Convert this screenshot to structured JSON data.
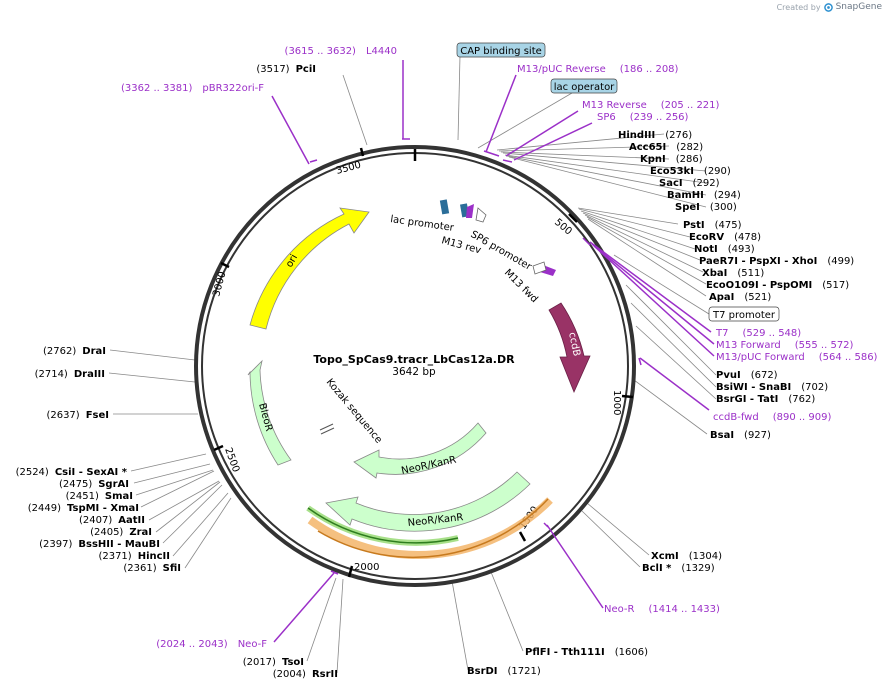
{
  "credit": {
    "prefix": "Created by",
    "brand": "SnapGene"
  },
  "plasmid": {
    "name": "Topo_SpCas9.tracr_LbCas12a.DR",
    "size": "3642 bp"
  },
  "ticks": [
    "500",
    "1000",
    "1500",
    "2000",
    "2500",
    "3000",
    "3500"
  ],
  "sites": [
    {
      "name": "PciI",
      "pos": "(3517)"
    },
    {
      "name": "HindIII",
      "pos": "(276)"
    },
    {
      "name": "Acc65I",
      "pos": "(282)"
    },
    {
      "name": "KpnI",
      "pos": "(286)"
    },
    {
      "name": "Eco53kI",
      "pos": "(290)"
    },
    {
      "name": "SacI",
      "pos": "(292)"
    },
    {
      "name": "BamHI",
      "pos": "(294)"
    },
    {
      "name": "SpeI",
      "pos": "(300)"
    },
    {
      "name": "PstI",
      "pos": "(475)"
    },
    {
      "name": "EcoRV",
      "pos": "(478)"
    },
    {
      "name": "NotI",
      "pos": "(493)"
    },
    {
      "name": "PaeR7I - PspXI - XhoI",
      "pos": "(499)"
    },
    {
      "name": "XbaI",
      "pos": "(511)"
    },
    {
      "name": "EcoO109I - PspOMI",
      "pos": "(517)"
    },
    {
      "name": "ApaI",
      "pos": "(521)"
    },
    {
      "name": "PvuI",
      "pos": "(672)"
    },
    {
      "name": "BsiWI - SnaBI",
      "pos": "(702)"
    },
    {
      "name": "BsrGI - TatI",
      "pos": "(762)"
    },
    {
      "name": "BsaI",
      "pos": "(927)"
    },
    {
      "name": "XcmI",
      "pos": "(1304)"
    },
    {
      "name": "BclI *",
      "pos": "(1329)"
    },
    {
      "name": "PflFI - Tth111I",
      "pos": "(1606)"
    },
    {
      "name": "BsrDI",
      "pos": "(1721)"
    },
    {
      "name": "RsrII",
      "pos": "(2004)"
    },
    {
      "name": "TsoI",
      "pos": "(2017)"
    },
    {
      "name": "SfiI",
      "pos": "(2361)"
    },
    {
      "name": "HincII",
      "pos": "(2371)"
    },
    {
      "name": "BssHII - MauBI",
      "pos": "(2397)"
    },
    {
      "name": "ZraI",
      "pos": "(2405)"
    },
    {
      "name": "AatII",
      "pos": "(2407)"
    },
    {
      "name": "TspMI - XmaI",
      "pos": "(2449)"
    },
    {
      "name": "SmaI",
      "pos": "(2451)"
    },
    {
      "name": "SgrAI",
      "pos": "(2475)"
    },
    {
      "name": "CsiI - SexAI *",
      "pos": "(2524)"
    },
    {
      "name": "FseI",
      "pos": "(2637)"
    },
    {
      "name": "DraIII",
      "pos": "(2714)"
    },
    {
      "name": "DraI",
      "pos": "(2762)"
    }
  ],
  "primers": [
    {
      "name": "L4440",
      "range": "(3615 .. 3632)"
    },
    {
      "name": "pBR322ori-F",
      "range": "(3362 .. 3381)"
    },
    {
      "name": "M13/pUC Reverse",
      "range": "(186 .. 208)"
    },
    {
      "name": "M13 Reverse",
      "range": "(205 .. 221)"
    },
    {
      "name": "SP6",
      "range": "(239 .. 256)"
    },
    {
      "name": "T7",
      "range": "(529 .. 548)"
    },
    {
      "name": "M13 Forward",
      "range": "(555 .. 572)"
    },
    {
      "name": "M13/pUC Forward",
      "range": "(564 .. 586)"
    },
    {
      "name": "ccdB-fwd",
      "range": "(890 .. 909)"
    },
    {
      "name": "Neo-R",
      "range": "(1414 .. 1433)"
    },
    {
      "name": "Neo-F",
      "range": "(2024 .. 2043)"
    }
  ],
  "boxed": [
    "CAP binding site",
    "lac operator",
    "T7 promoter"
  ],
  "features": {
    "ori": "ori",
    "ccdB": "ccdB",
    "bleoR": "BleoR",
    "neo1": "NeoR/KanR",
    "neo2": "NeoR/KanR",
    "lac_promoter": "lac promoter",
    "m13_rev": "M13 rev",
    "sp6_promoter": "SP6 promoter",
    "m13_fwd": "M13 fwd",
    "kozak": "Kozak sequence"
  },
  "colors": {
    "ori": "#ffff00",
    "ccdB": "#993366",
    "resistance": "#ccffcc",
    "primer": "#9b30c8",
    "boxed": "#a8d4e6",
    "orange": "#f3b060",
    "dark_green": "#2e7d1e"
  }
}
